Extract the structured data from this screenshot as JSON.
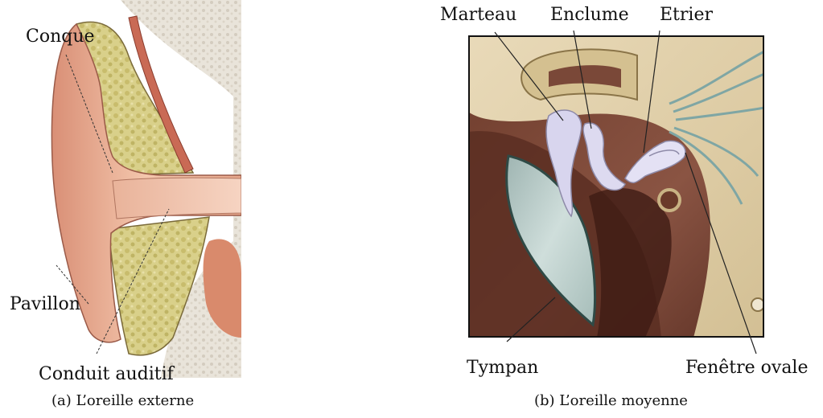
{
  "panel_a": {
    "labels": {
      "conque": "Conque",
      "pavillon": "Pavillon",
      "conduit": "Conduit auditif"
    },
    "caption": "(a)  L’oreille externe"
  },
  "panel_b": {
    "labels": {
      "marteau": "Marteau",
      "enclume": "Enclume",
      "etrier": "Etrier",
      "tympan": "Tympan",
      "fenetre": "Fenêtre ovale"
    },
    "caption": "(b)  L’oreille moyenne"
  }
}
